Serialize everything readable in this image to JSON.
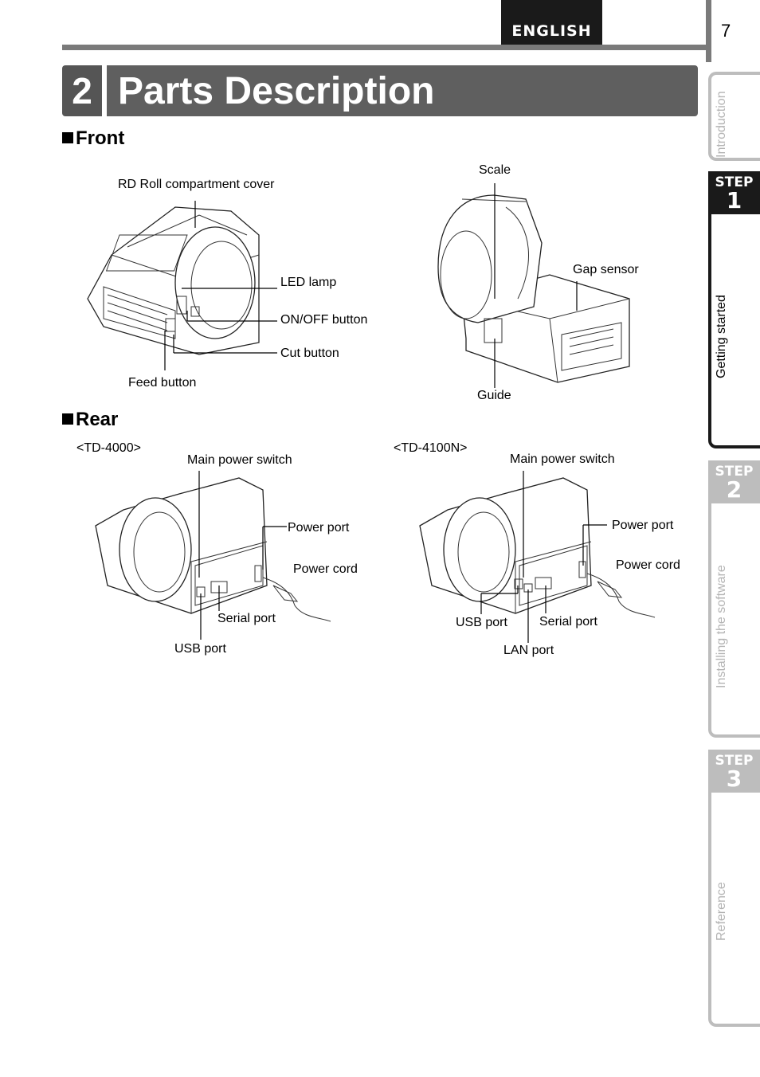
{
  "header": {
    "language": "ENGLISH",
    "page_number": "7"
  },
  "chapter": {
    "number": "2",
    "title": "Parts Description"
  },
  "sections": {
    "front": "Front",
    "rear": "Rear"
  },
  "front": {
    "left_labels": {
      "rd_cover": "RD Roll compartment cover",
      "led_lamp": "LED lamp",
      "onoff_button": "ON/OFF button",
      "cut_button": "Cut button",
      "feed_button": "Feed button"
    },
    "right_labels": {
      "scale": "Scale",
      "gap_sensor": "Gap sensor",
      "guide": "Guide"
    }
  },
  "rear": {
    "td4000": {
      "model": "<TD-4000>",
      "main_power_switch": "Main power switch",
      "power_port": "Power port",
      "power_cord": "Power cord",
      "serial_port": "Serial port",
      "usb_port": "USB port"
    },
    "td4100n": {
      "model": "<TD-4100N>",
      "main_power_switch": "Main power switch",
      "power_port": "Power port",
      "power_cord": "Power cord",
      "usb_port": "USB port",
      "serial_port": "Serial port",
      "lan_port": "LAN port"
    }
  },
  "side_tabs": {
    "introduction": "Introduction",
    "step_word": "STEP",
    "step1_num": "1",
    "step1_label": "Getting started",
    "step2_num": "2",
    "step2_label": "Installing the software",
    "step3_num": "3",
    "step3_label": "Reference"
  }
}
